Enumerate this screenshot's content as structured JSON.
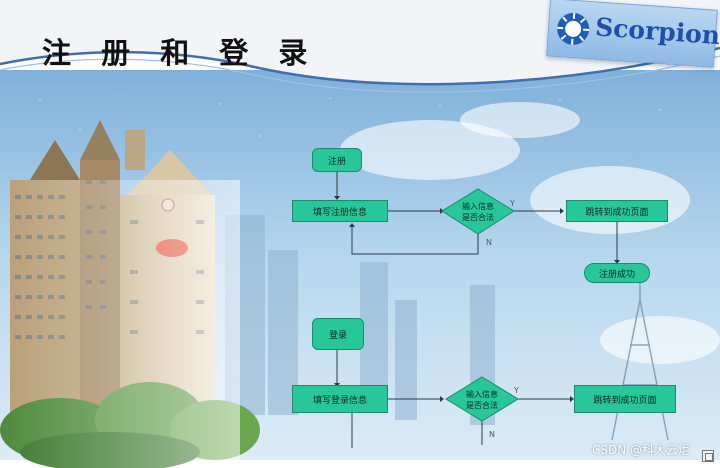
{
  "slide": {
    "title": "注 册 和 登 录",
    "brand": "Scorpion",
    "watermark": "CSDN @科大云炬"
  },
  "register_flow": {
    "start": "注册",
    "fill": "填写注册信息",
    "decision": [
      "输入信息",
      "是否合法"
    ],
    "yes_label": "Y",
    "no_label": "N",
    "success_page": "跳转到成功页面",
    "end": "注册成功"
  },
  "login_flow": {
    "start": "登录",
    "fill": "填写登录信息",
    "decision": [
      "输入信息",
      "是否合法"
    ],
    "yes_label": "Y",
    "no_label": "N",
    "success_page": "跳转到成功页面"
  },
  "colors": {
    "node_fill": "#27c79a",
    "node_border": "#1a8c6c",
    "header_band": "#f2f4f8",
    "sky": "#9ec7e6"
  },
  "icons": [
    "scorpion-logo-icon",
    "slide-view-icon"
  ]
}
